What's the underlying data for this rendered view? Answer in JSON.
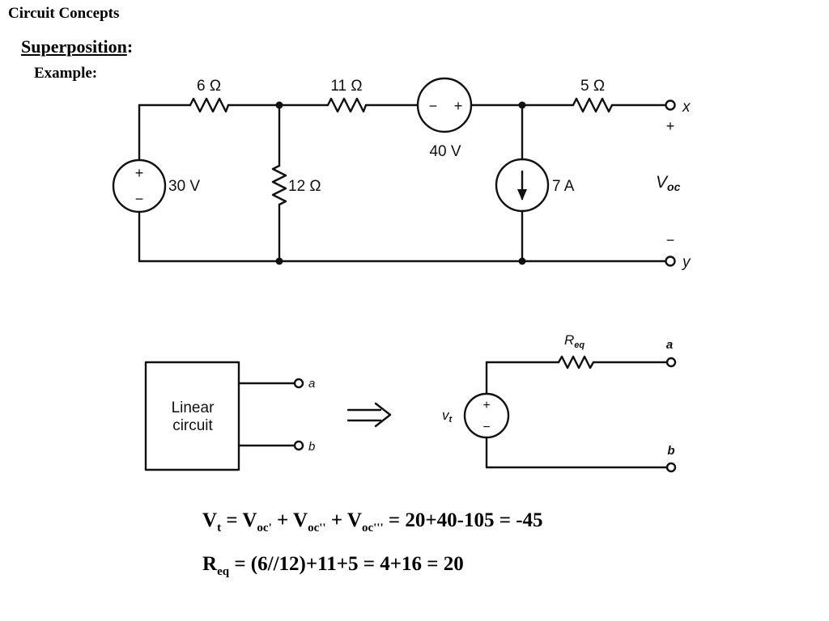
{
  "header": {
    "title": "Circuit Concepts",
    "section": "Superposition",
    "section_suffix": ":",
    "example": "Example:"
  },
  "circuit": {
    "r1": "6 Ω",
    "r2": "11 Ω",
    "r3": "5 Ω",
    "r4": "12 Ω",
    "v1": "30 V",
    "v2": "40 V",
    "i1": "7 A",
    "voc_main": "V",
    "voc_sub": "oc",
    "terminal_x": "x",
    "terminal_y": "y",
    "plus": "+",
    "minus": "−"
  },
  "equivalent": {
    "box_line1": "Linear",
    "box_line2": "circuit",
    "term_a": "a",
    "term_b": "b",
    "arrow": "⟹",
    "req_main": "R",
    "req_sub": "eq",
    "vt_main": "v",
    "vt_sub": "t"
  },
  "equations": {
    "vt": {
      "v": "V",
      "t": "t",
      "eq1": " = V",
      "oc1": "oc'",
      "p1": " + V",
      "oc2": "oc''",
      "p2": " + V",
      "oc3": "oc'''",
      "result": " = 20+40-105 = -45"
    },
    "req": {
      "r": "R",
      "eq": "eq",
      "result": " = (6//12)+11+5 = 4+16 = 20"
    }
  }
}
